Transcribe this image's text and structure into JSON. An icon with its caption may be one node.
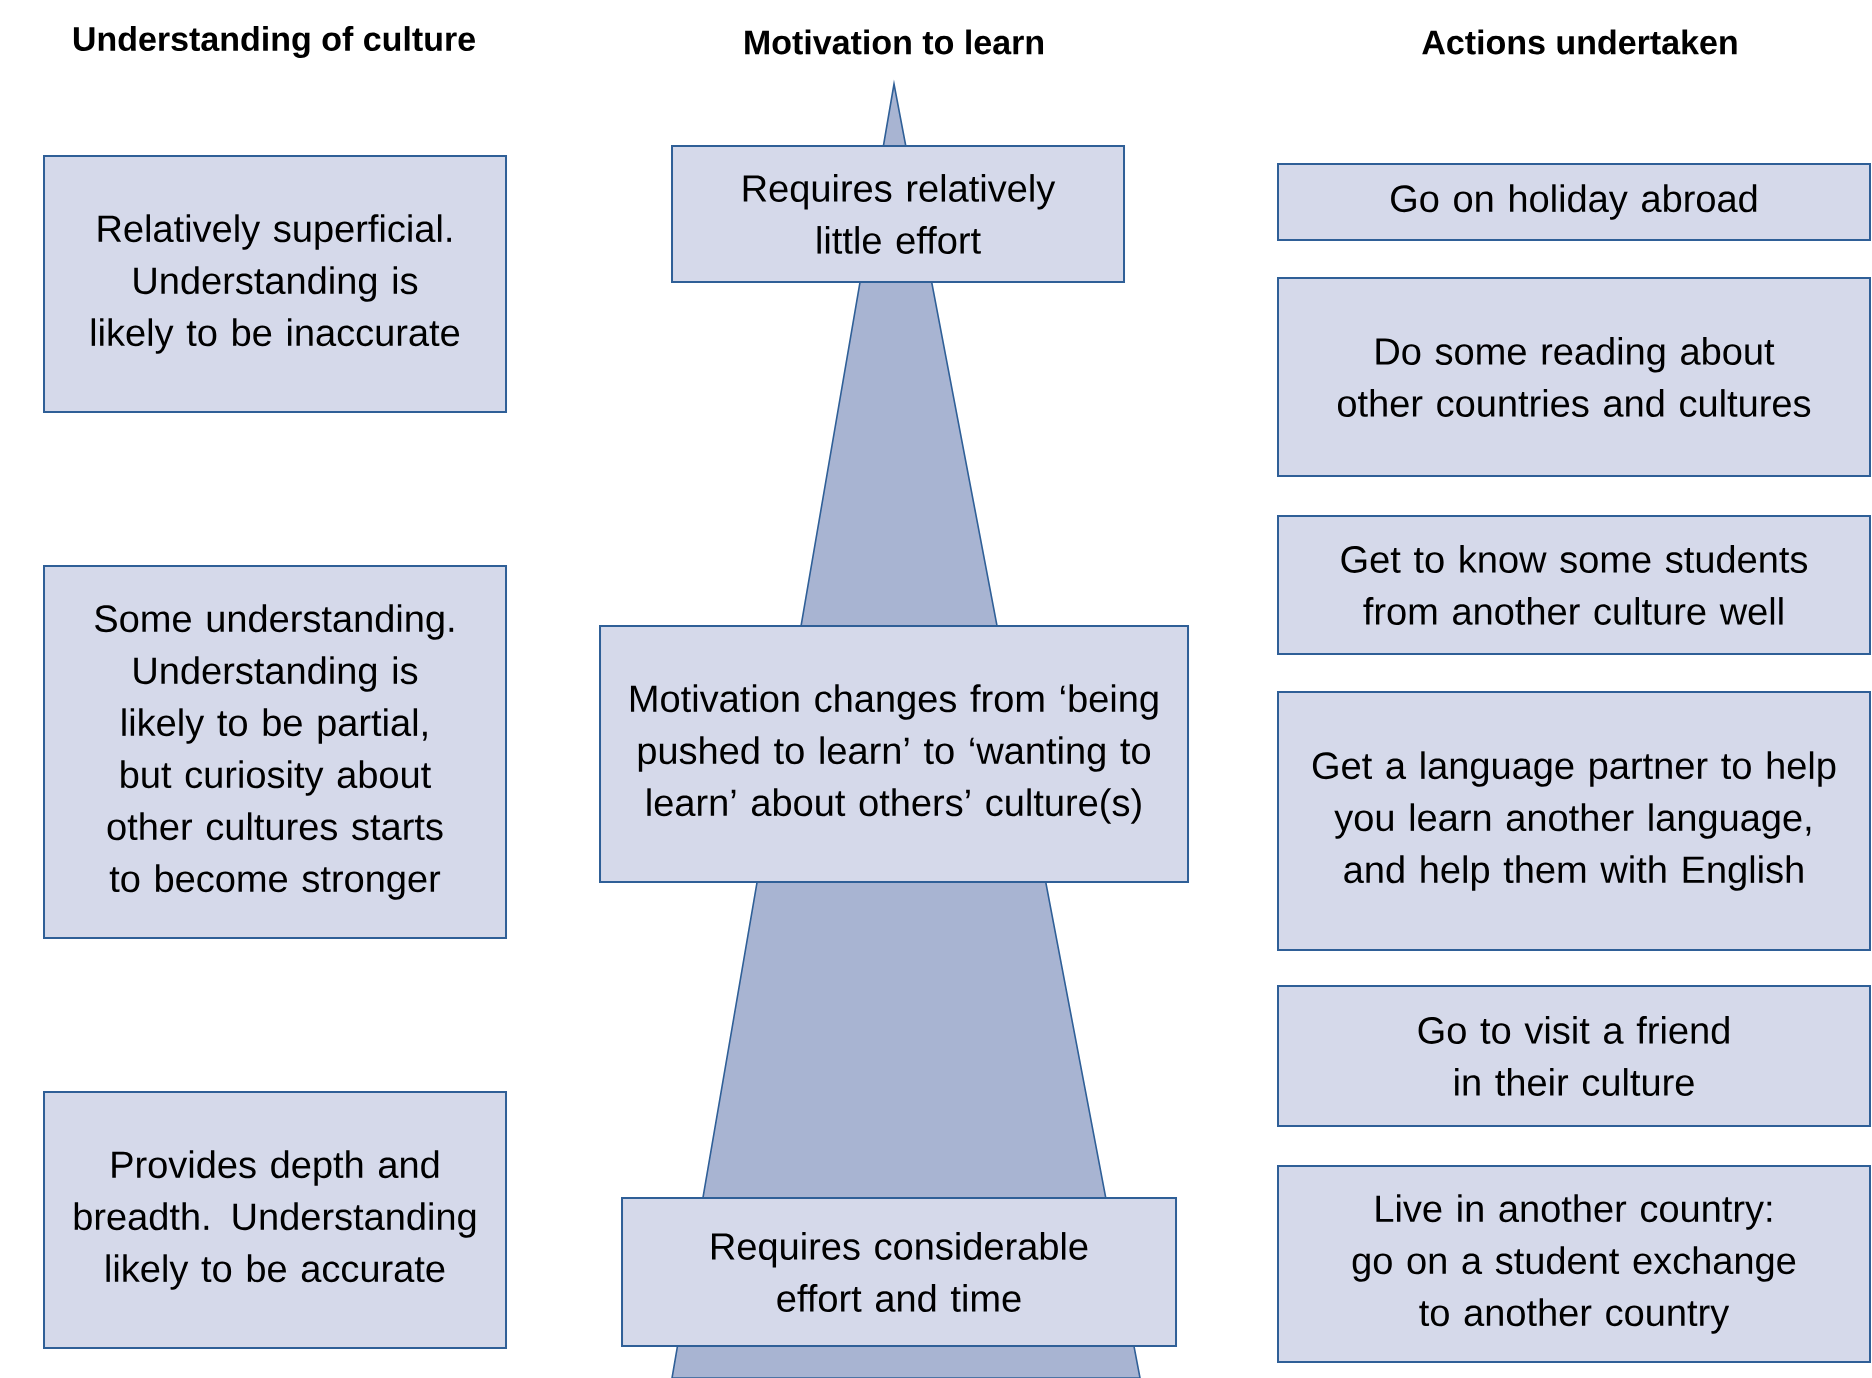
{
  "diagram": {
    "nodes": [
      {
        "text": [
          "Relatively superficial. Understanding is likely to be inaccurate"
        ]
      },
      {
        "text": [
          "Some understanding. Understanding is likely to be partial, but curiosity about other cultures starts to become stronger"
        ]
      },
      {
        "text": [
          "Provides depth and breadth. Understanding likely to be accurate"
        ]
      },
      {
        "text": [
          "Requires relatively little effort"
        ]
      },
      {
        "text": [
          "Motivation changes from ‘being pushed to learn’ to ‘wanting to learn’ about others’ culture(s)"
        ]
      },
      {
        "text": [
          "Requires considerable effort and time"
        ]
      },
      {
        "text": [
          "Go on holiday abroad"
        ]
      },
      {
        "text": [
          "Do some reading about other countries and cultures"
        ]
      },
      {
        "text": [
          "Get to know some students from another culture well"
        ]
      },
      {
        "text": [
          "Get a language partner to help you learn another language, and help them with English"
        ]
      },
      {
        "text": [
          "Go to visit a friend in their culture"
        ]
      },
      {
        "text": [
          "Live in another country: go on a student exchange to another country"
        ]
      }
    ],
    "labels": [
      "Understanding of culture",
      "Motivation to learn",
      "Actions undertaken"
    ]
  }
}
